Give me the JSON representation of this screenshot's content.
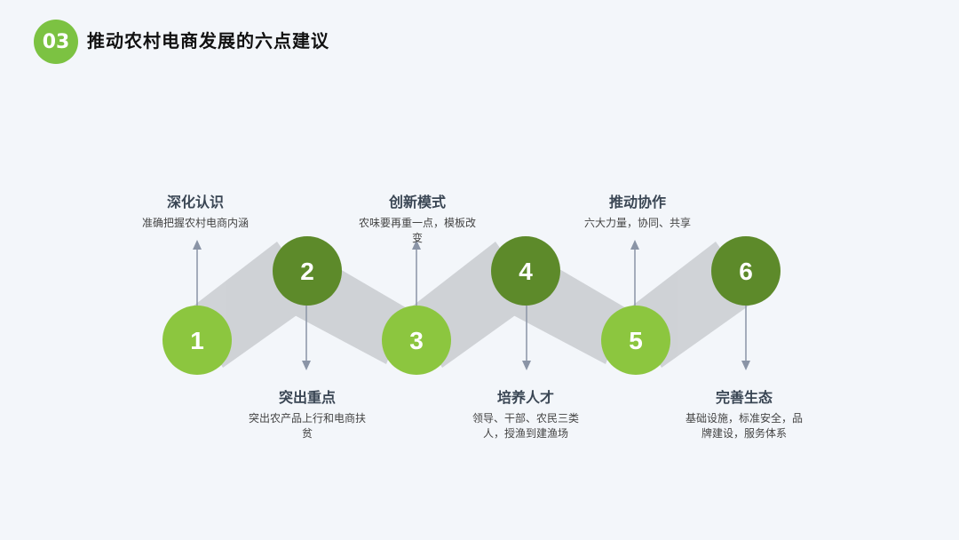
{
  "header": {
    "badge": "03",
    "title": "推动农村电商发展的六点建议"
  },
  "colors": {
    "lime": "#8cc63f",
    "dark_green": "#5d8a2a",
    "band": "#c9ccd0",
    "arrow": "#8a94a6"
  },
  "steps": [
    {
      "num": "1",
      "title": "深化认识",
      "desc": "准确把握农村电商内涵"
    },
    {
      "num": "2",
      "title": "突出重点",
      "desc": "突出农产品上行和电商扶贫"
    },
    {
      "num": "3",
      "title": "创新模式",
      "desc": "农味要再重一点，模板改变"
    },
    {
      "num": "4",
      "title": "培养人才",
      "desc": "领导、干部、农民三类人，授渔到建渔场"
    },
    {
      "num": "5",
      "title": "推动协作",
      "desc": "六大力量，协同、共享"
    },
    {
      "num": "6",
      "title": "完善生态",
      "desc": "基础设施，标准安全，品牌建设，服务体系"
    }
  ]
}
